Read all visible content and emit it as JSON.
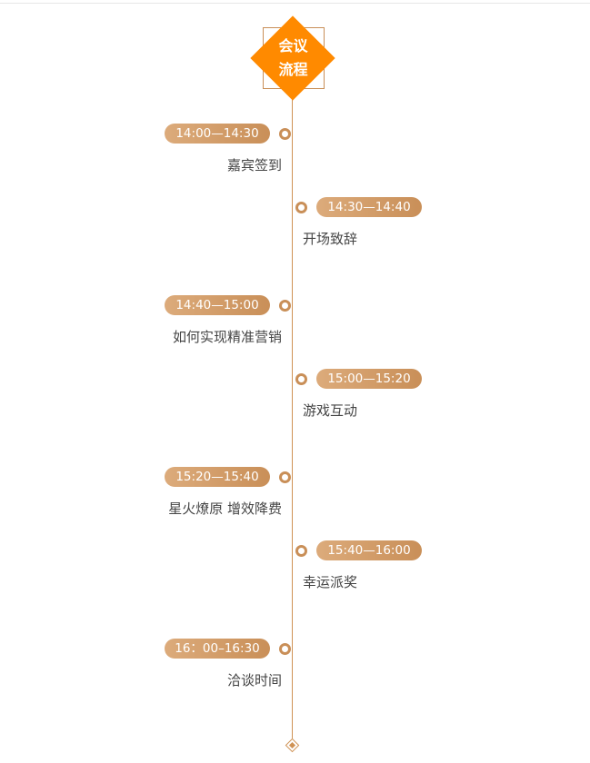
{
  "header": {
    "title_line1": "会议",
    "title_line2": "流程"
  },
  "items": [
    {
      "time": "14:00—14:30",
      "label": "嘉宾签到",
      "side": "left"
    },
    {
      "time": "14:30—14:40",
      "label": "开场致辞",
      "side": "right"
    },
    {
      "time": "14:40—15:00",
      "label": "如何实现精准营销",
      "side": "left"
    },
    {
      "time": "15:00—15:20",
      "label": "游戏互动",
      "side": "right"
    },
    {
      "time": "15:20—15:40",
      "label": "星火燎原 增效降费",
      "side": "left"
    },
    {
      "time": "15:40—16:00",
      "label": "幸运派奖",
      "side": "right"
    },
    {
      "time": "16：00–16:30",
      "label": "洽谈时间",
      "side": "left"
    }
  ],
  "colors": {
    "accent": "#ff8a00",
    "pill": "#c98f58"
  }
}
